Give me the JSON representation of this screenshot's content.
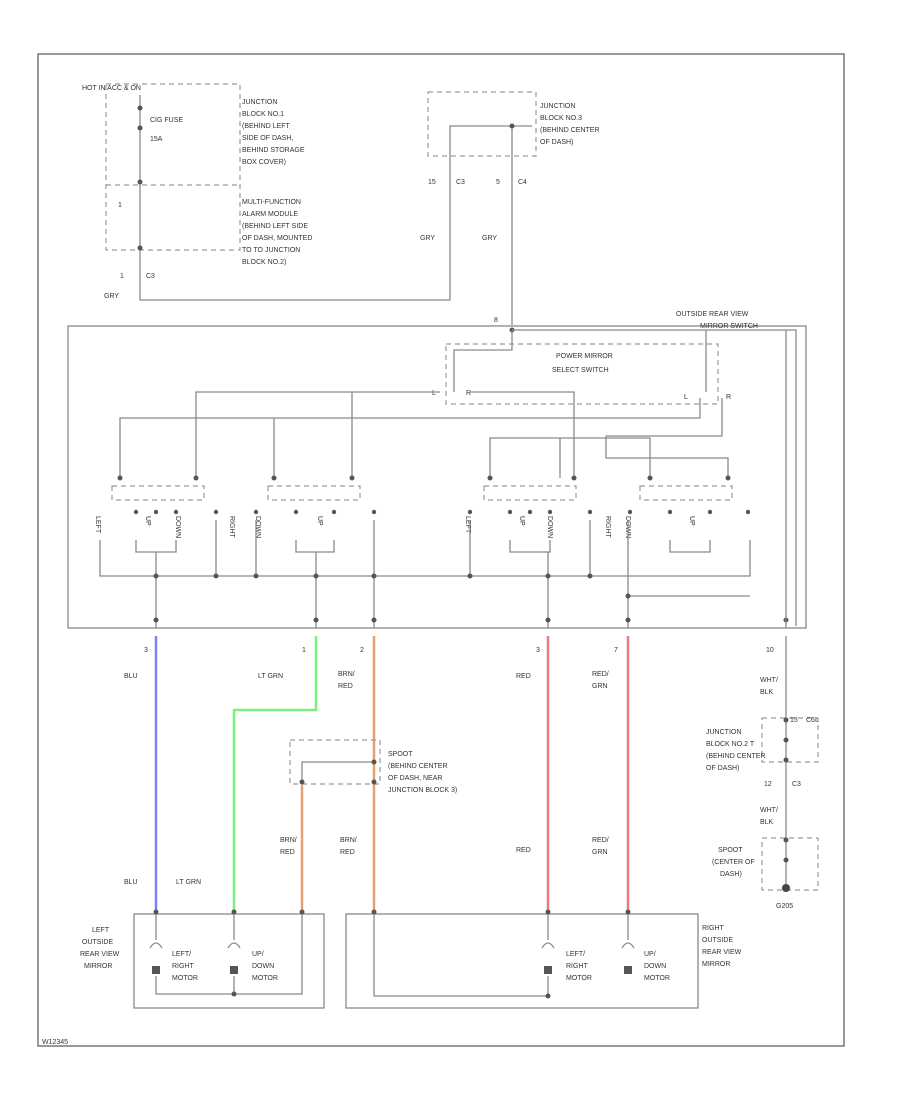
{
  "header_label": "HOT IN ACC & ON",
  "fuse": {
    "name": "CIG FUSE",
    "rating": "15A"
  },
  "junction_block_1": [
    "JUNCTION",
    "BLOCK NO.1",
    "(BEHIND LEFT",
    "SIDE OF DASH,",
    "BEHIND STORAGE",
    "BOX COVER)"
  ],
  "mfam_pin": "1",
  "multifunction_module": [
    "MULTI-FUNCTION",
    "ALARM MODULE",
    "(BEHIND LEFT SIDE",
    "OF DASH, MOUNTED",
    "TO TO JUNCTION",
    "BLOCK NO.2)"
  ],
  "jb1_output": {
    "pin": "1",
    "connector": "C3",
    "wire": "GRY"
  },
  "junction_block_3": [
    "JUNCTION",
    "BLOCK NO.3",
    "(BEHIND CENTER",
    "OF DASH)"
  ],
  "jb3_pins": {
    "pin_a": "15",
    "conn_a": "C3",
    "pin_b": "5",
    "conn_b": "C4",
    "wire_a": "GRY",
    "wire_b": "GRY"
  },
  "switch_label": [
    "OUTSIDE REAR VIEW",
    "MIRROR SWITCH"
  ],
  "switch_top_pin": "8",
  "select_switch": {
    "label": [
      "POWER MIRROR",
      "SELECT SWITCH"
    ],
    "pos_l_left": "L",
    "pos_r_left": "R",
    "pos_l_right": "L",
    "pos_r_right": "R"
  },
  "contact_labels": [
    "LEFT",
    "UP",
    "DOWN",
    "RIGHT",
    "DOWN",
    "UP",
    "LEFT",
    "UP",
    "DOWN",
    "RIGHT",
    "DOWN",
    "UP"
  ],
  "outputs": {
    "o1": {
      "pin": "3",
      "wire": "BLU"
    },
    "o2": {
      "pin": "1",
      "wire": "LT GRN"
    },
    "o3": {
      "pin": "2",
      "wire": [
        "BRN/",
        "RED"
      ]
    },
    "o4": {
      "pin": "3",
      "wire": "RED"
    },
    "o5": {
      "pin": "7",
      "wire": [
        "RED/",
        "GRN"
      ]
    },
    "o6": {
      "pin": "10",
      "wire": [
        "WHT/",
        "BLK"
      ]
    }
  },
  "splice": [
    "SPOOT",
    "(BEHIND CENTER",
    "OF DASH, NEAR",
    "JUNCTION BLOCK 3)"
  ],
  "junction_block_2": {
    "lines": [
      "JUNCTION",
      "BLOCK NO.2 T",
      "(BEHIND CENTER",
      "OF DASH)"
    ],
    "pin_in": "15",
    "conn_in": "C6L",
    "pin_out": "12",
    "conn_out": "C3"
  },
  "ground_wire": [
    "WHT/",
    "BLK"
  ],
  "ground_splice": [
    "SPOOT",
    "(CENTER OF",
    "DASH)"
  ],
  "ground_label": "G205",
  "lower_wires": {
    "blu": "BLU",
    "ltgrn": "LT GRN",
    "brnred_left": [
      "BRN/",
      "RED"
    ],
    "brnred_mid": [
      "BRN/",
      "RED"
    ],
    "red": "RED",
    "redgrn": [
      "RED/",
      "GRN"
    ]
  },
  "left_mirror": {
    "label": [
      "LEFT",
      "OUTSIDE",
      "REAR VIEW",
      "MIRROR"
    ],
    "motor1": [
      "LEFT/",
      "RIGHT",
      "MOTOR"
    ],
    "motor2": [
      "UP/",
      "DOWN",
      "MOTOR"
    ]
  },
  "right_mirror": {
    "label": [
      "RIGHT",
      "OUTSIDE",
      "REAR VIEW",
      "MIRROR"
    ],
    "motor1": [
      "LEFT/",
      "RIGHT",
      "MOTOR"
    ],
    "motor2": [
      "UP/",
      "DOWN",
      "MOTOR"
    ]
  },
  "footer_code": "W12345",
  "colors": {
    "blu": "#8080f0",
    "ltgrn": "#7cf07c",
    "brn": "#e8a070",
    "red": "#f07a7a",
    "wire": "#8a8a8a",
    "dash": "#9a9a9a"
  }
}
